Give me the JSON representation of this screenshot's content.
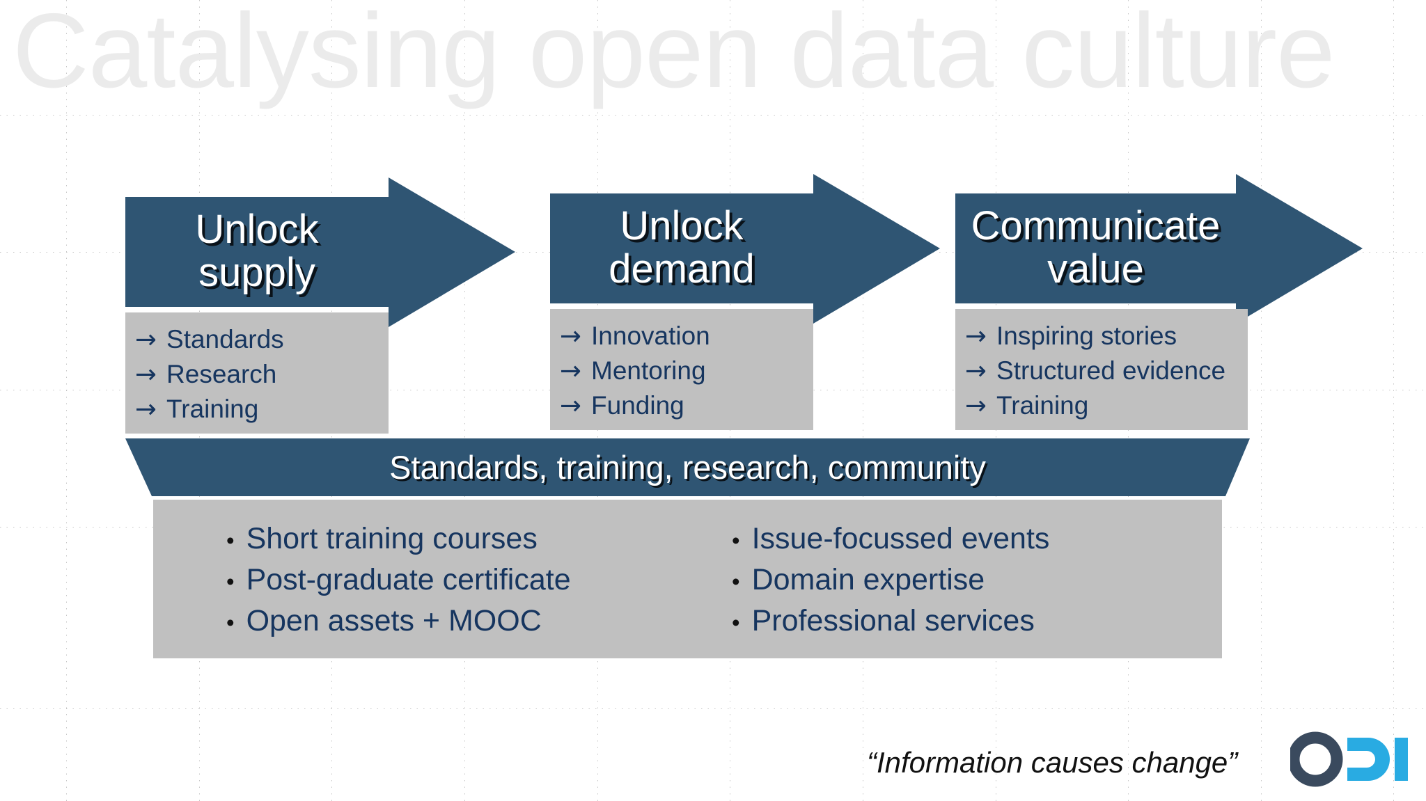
{
  "page_title": "Catalysing open data culture",
  "colors": {
    "arrow_blue": "#2F5573",
    "box_gray": "#C0C0C0",
    "text_navy": "#16355F",
    "title_gray": "#EBEBEB",
    "logo_dark": "#3A4A5E",
    "logo_cyan": "#29ABE2"
  },
  "pillars": [
    {
      "arrow_label": "Unlock\nsupply",
      "items": [
        "Standards",
        "Research",
        "Training"
      ],
      "arrow_glyph": "→"
    },
    {
      "arrow_label": "Unlock\ndemand",
      "items": [
        "Innovation",
        "Mentoring",
        "Funding"
      ],
      "arrow_glyph": "→"
    },
    {
      "arrow_label": "Communicate\nvalue",
      "items": [
        "Inspiring stories",
        "Structured evidence",
        "Training"
      ],
      "arrow_glyph": "→"
    }
  ],
  "banner": {
    "label": "Standards, training, research, community"
  },
  "bullets": {
    "bullet_glyph": "•",
    "left_column": [
      "Short training courses",
      "Post-graduate certificate",
      "Open assets + MOOC"
    ],
    "right_column": [
      "Issue-focussed events",
      "Domain expertise",
      "Professional services"
    ]
  },
  "footer": {
    "quote": "“Information causes change”",
    "logo_text": "ODI"
  }
}
